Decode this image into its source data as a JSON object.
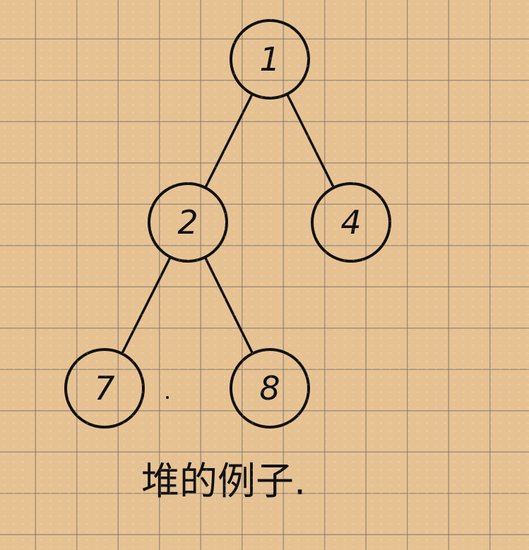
{
  "nodes": [
    {
      "id": "n1",
      "label": "1"
    },
    {
      "id": "n2",
      "label": "2"
    },
    {
      "id": "n4",
      "label": "4"
    },
    {
      "id": "n7",
      "label": "7"
    },
    {
      "id": "n8",
      "label": "8"
    }
  ],
  "edges": [
    {
      "from": "n1",
      "to": "n2"
    },
    {
      "from": "n1",
      "to": "n4"
    },
    {
      "from": "n2",
      "to": "n7"
    },
    {
      "from": "n2",
      "to": "n8"
    }
  ],
  "caption": "堆的例子."
}
